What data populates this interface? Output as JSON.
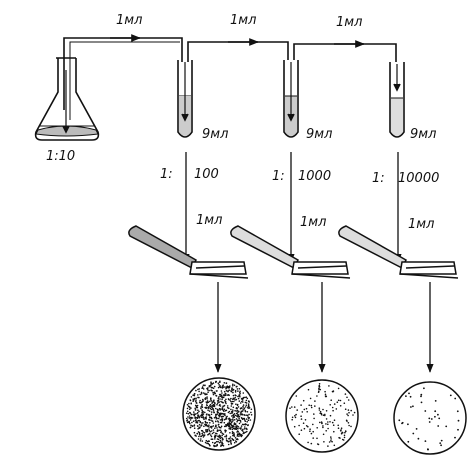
{
  "transfers": {
    "t1": "1мл",
    "t2": "1мл",
    "t3": "1мл"
  },
  "tubes": [
    {
      "volume": "9мл"
    },
    {
      "volume": "9мл"
    },
    {
      "volume": "9мл"
    }
  ],
  "flask": {
    "ratio": "1:10"
  },
  "dilutions": [
    {
      "prefix": "1:",
      "value": "100"
    },
    {
      "prefix": "1:",
      "value": "1000"
    },
    {
      "prefix": "1:",
      "value": "10000"
    }
  ],
  "pipettes": [
    {
      "volume": "1мл"
    },
    {
      "volume": "1мл"
    },
    {
      "volume": "1мл"
    }
  ],
  "colors": {
    "ink": "#111111",
    "paper": "#ffffff"
  }
}
